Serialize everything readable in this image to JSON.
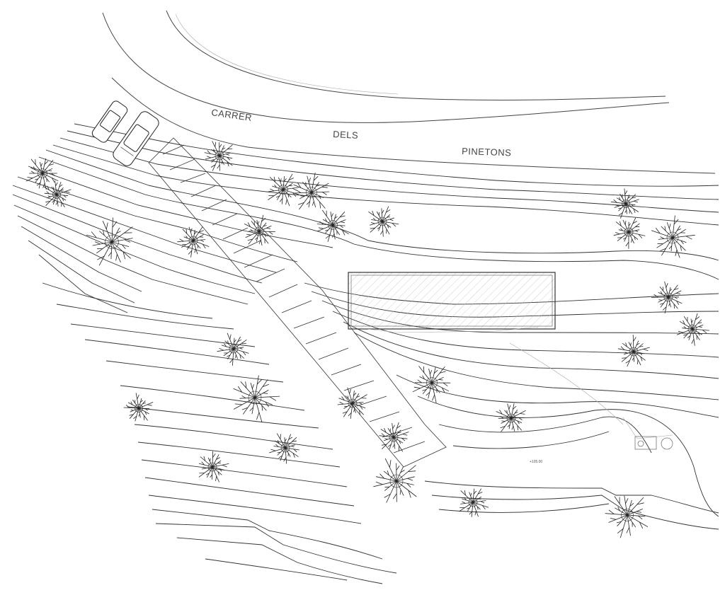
{
  "street": {
    "word1": "CARRER",
    "word2": "DELS",
    "word3": "PINETONS"
  },
  "elevation_label": "+105.00"
}
